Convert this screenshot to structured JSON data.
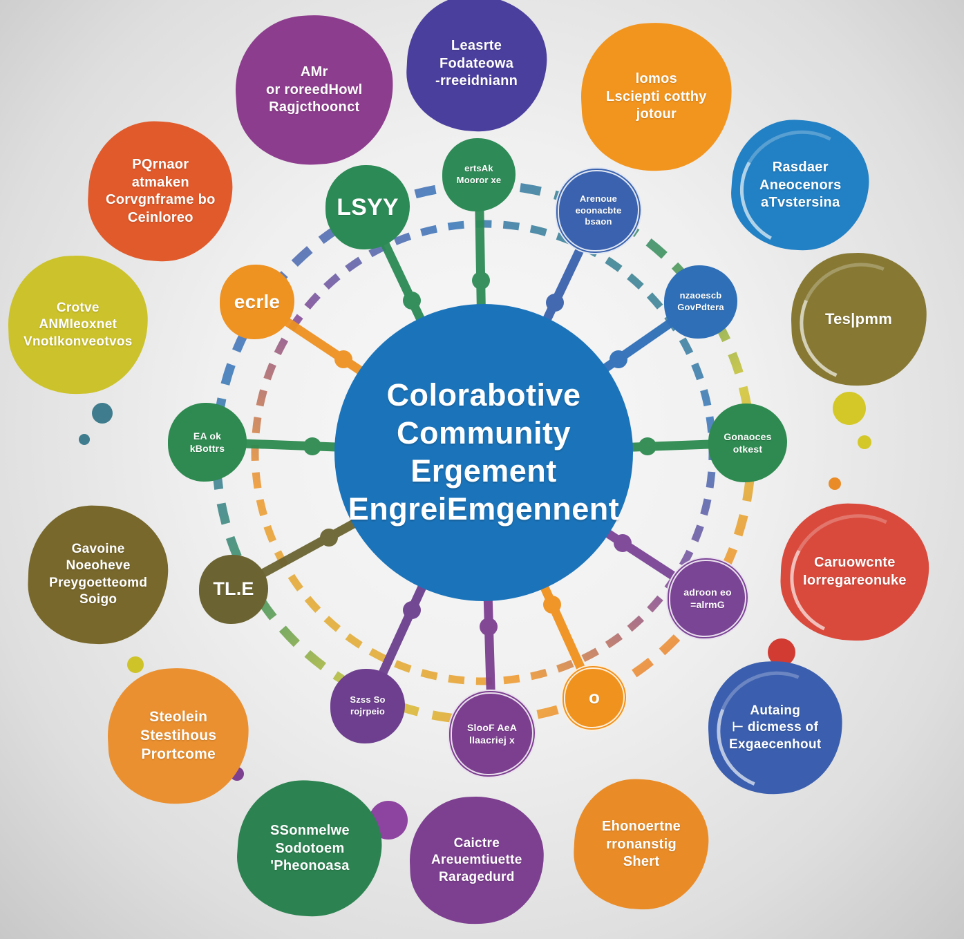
{
  "title": "Collaborative community engagement diagram",
  "center": {
    "label": "Colorabotive\nCommunity Ergement\nEngreiEmgennent",
    "color": "#1b74ba"
  },
  "outer_bubbles": [
    {
      "id": "amr",
      "label": "AMr\nor roreedHowl\nRagjcthoonct",
      "color": "#8d3d8d"
    },
    {
      "id": "leasrte",
      "label": "Leasrte\nFodateowa\n-rreeidniann",
      "color": "#4b3f9e"
    },
    {
      "id": "lomos",
      "label": "lomos\nLsciepti cotthy\njotour",
      "color": "#f2951f"
    },
    {
      "id": "rasdaer",
      "label": "Rasdaer\nAneocenors\naTvstersina",
      "color": "#2280c4"
    },
    {
      "id": "tesjpmm",
      "label": "Tes|pmm",
      "color": "#877934"
    },
    {
      "id": "caruowcnte",
      "label": "Caruowcnte\nIorregareonuke",
      "color": "#d94a3d"
    },
    {
      "id": "autaing",
      "label": "Autaing\n⊢ dicmess of\nExgaecenhout",
      "color": "#3b5fae"
    },
    {
      "id": "ehonoertne",
      "label": "Ehonoertne\nrronanstig\nShert",
      "color": "#e98c28"
    },
    {
      "id": "caictre",
      "label": "Caictre\nAreuemtiuette\nRaragedurd",
      "color": "#7d3f90"
    },
    {
      "id": "ssonmelwe",
      "label": "SSonmelwe\nSodotoem\n'Pheonoasa",
      "color": "#2c8351"
    },
    {
      "id": "steolein",
      "label": "Steolein\nStestihous\nPrortcome",
      "color": "#ea9030"
    },
    {
      "id": "gavoine",
      "label": "Gavoine\nNoeoheve\nPreygoetteomd\nSoigo",
      "color": "#78682c"
    },
    {
      "id": "crotve",
      "label": "Crotve\nANMIeoxnet\nVnotIkonveotvos",
      "color": "#ccc22b"
    },
    {
      "id": "pqrnaor",
      "label": "PQrnaor\natmaken\nCorvgnframe bo\nCeinloreo",
      "color": "#e05a2b"
    }
  ],
  "inner_nodes": [
    {
      "id": "lsyy",
      "label": "LSYY",
      "color": "#2b8a55"
    },
    {
      "id": "ertsak",
      "label": "ertsAk\nMooror xe",
      "color": "#2e8b57"
    },
    {
      "id": "arenoue",
      "label": "Arenoue\neoonacbte\nbsaon",
      "color": "#3a62ae"
    },
    {
      "id": "nzaoescb",
      "label": "nzaoescb\nGovPdtera",
      "color": "#2e6fb7"
    },
    {
      "id": "gonaoces",
      "label": "Gonaoces\notkest",
      "color": "#2e8a50"
    },
    {
      "id": "adroon",
      "label": "adroon eo\n=alrmG",
      "color": "#7b4596"
    },
    {
      "id": "o-node",
      "label": "o",
      "color": "#f0921e"
    },
    {
      "id": "sloof",
      "label": "SlooF AeA\nllaacriej x",
      "color": "#7c3f90"
    },
    {
      "id": "szss",
      "label": "Szss So\nrojrpeio",
      "color": "#6d3f8e"
    },
    {
      "id": "tle",
      "label": "TL.E",
      "color": "#6b6331"
    },
    {
      "id": "eaok",
      "label": "EA ok\nkBottrs",
      "color": "#2e8a50"
    },
    {
      "id": "ecrle",
      "label": "ecrle",
      "color": "#ee9222"
    }
  ],
  "decor": {
    "ring_colors": [
      "#7b3f90",
      "#2e6fb7",
      "#2e8a50",
      "#cfc32a",
      "#ee9222",
      "#d94a3d"
    ],
    "background_tint": "#e9e9e9"
  }
}
